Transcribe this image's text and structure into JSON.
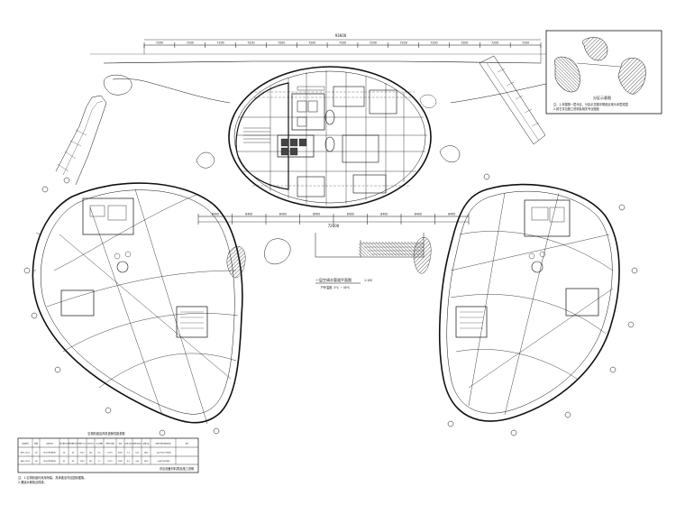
{
  "drawing": {
    "plan_title": "一层空调水管道平面图",
    "plan_scale": "1:100",
    "plan_subtitle": "户外温度 -5℃ ~ 40℃",
    "ink_color": "#111111",
    "hatch_color": "#333333"
  },
  "key_plan": {
    "title": "分区示意图",
    "notes": [
      "注：1.本图按一层分区，分区示意图中阴影区域为本层范围",
      "2.其它详见施工说明及相关专业图纸"
    ]
  },
  "dimension_labels": {
    "top": [
      "7200",
      "7200",
      "7200",
      "7200",
      "7200",
      "7200",
      "7200",
      "7200",
      "7200",
      "7200",
      "7200",
      "7200",
      "7200"
    ],
    "top_total": "93600",
    "mid": [
      "8400",
      "8400",
      "8400",
      "8400",
      "8400",
      "8400",
      "8400",
      "8400"
    ],
    "mid_total": "72600"
  },
  "equipment_table": {
    "title": "空调机组及风机盘管性能参数",
    "headers": [
      "设备编号",
      "数量",
      "设备名称",
      "制冷量(kW)",
      "制热量(kW)",
      "风量(m³/h)",
      "余压(Pa)",
      "冷水流量",
      "供回水温度",
      "电压",
      "功率(kW)",
      "噪声dB(A)",
      "重量(kg)",
      "安装位置及服务区域",
      "备注"
    ],
    "rows": [
      [
        "AHU-1F-01",
        "1台",
        "组合式空调机组",
        "56",
        "45",
        "9500",
        "300",
        "9.6",
        "7/12℃",
        "380V",
        "5.5",
        "≤65",
        "1850",
        "一层门厅及公共区域",
        ""
      ],
      [
        "AHU-1F-02",
        "1台",
        "组合式空调机组",
        "42",
        "36",
        "7200",
        "300",
        "7.2",
        "7/12℃",
        "380V",
        "4.0",
        "≤65",
        "1420",
        "一层展厅及休息区",
        ""
      ]
    ],
    "remarks": "详见设备材料表及施工说明",
    "notes": [
      "注：1.空调机组均采用吊装，具体做法详见国标图集。",
      "2.凝结水管就近排放。"
    ]
  }
}
